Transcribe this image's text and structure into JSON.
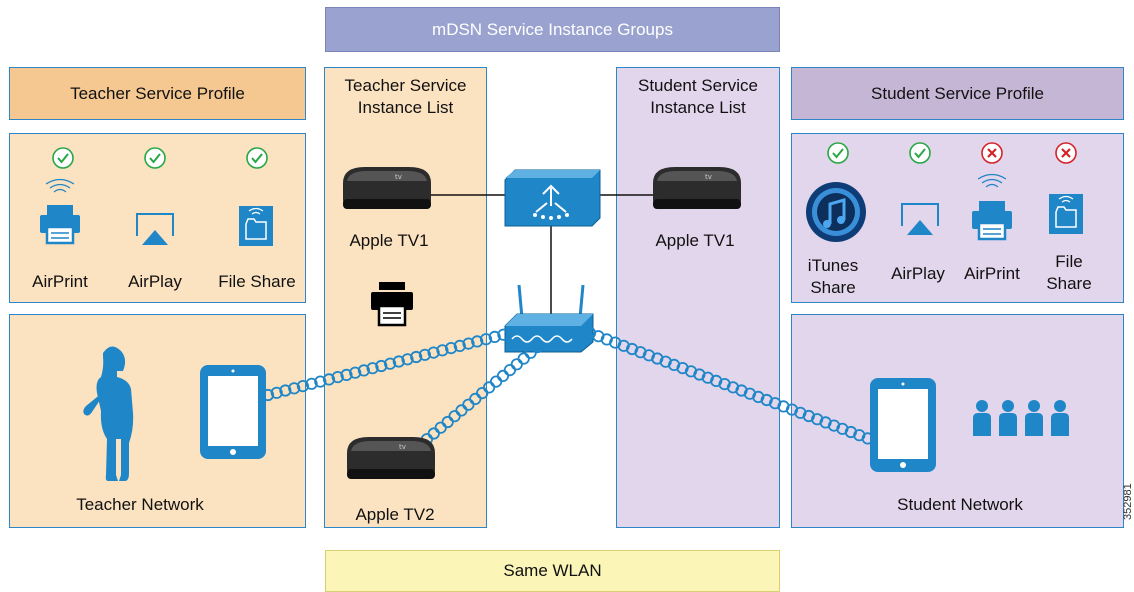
{
  "header": {
    "title": "mDSN Service Instance Groups"
  },
  "footer": {
    "label": "Same WLAN"
  },
  "teacher": {
    "profile_title": "Teacher Service Profile",
    "services": [
      "AirPrint",
      "AirPlay",
      "File Share"
    ],
    "network_label": "Teacher Network"
  },
  "teacher_list": {
    "title_line1": "Teacher Service",
    "title_line2": "Instance List",
    "device1": "Apple TV1",
    "device2": "Apple TV2"
  },
  "student_list": {
    "title_line1": "Student Service",
    "title_line2": "Instance List",
    "device1": "Apple TV1"
  },
  "student": {
    "profile_title": "Student Service Profile",
    "services": [
      {
        "line1": "iTunes",
        "line2": "Share",
        "status": "allowed"
      },
      {
        "line1": "AirPlay",
        "line2": "",
        "status": "allowed"
      },
      {
        "line1": "AirPrint",
        "line2": "",
        "status": "denied"
      },
      {
        "line1": "File",
        "line2": "Share",
        "status": "denied"
      }
    ],
    "network_label": "Student Network"
  },
  "figure_id": "352981",
  "colors": {
    "accent_blue": "#1f86c8",
    "allowed": "#27a745",
    "denied": "#d4232a",
    "orange_panel": "#fbe3c1",
    "lavender_panel": "#e2d6ec"
  }
}
